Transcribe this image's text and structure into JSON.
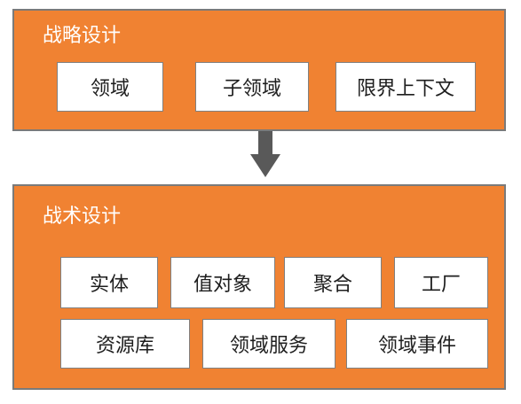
{
  "colors": {
    "panel_fill": "#f08232",
    "panel_border": "#7a7a7a",
    "box_fill": "#ffffff",
    "arrow": "#595959"
  },
  "strategic": {
    "title": "战略设计",
    "items": [
      "领域",
      "子领域",
      "限界上下文"
    ]
  },
  "tactical": {
    "title": "战术设计",
    "row1": [
      "实体",
      "值对象",
      "聚合",
      "工厂"
    ],
    "row2": [
      "资源库",
      "领域服务",
      "领域事件"
    ]
  },
  "icons": {
    "flow_arrow": "arrow-down-icon"
  }
}
